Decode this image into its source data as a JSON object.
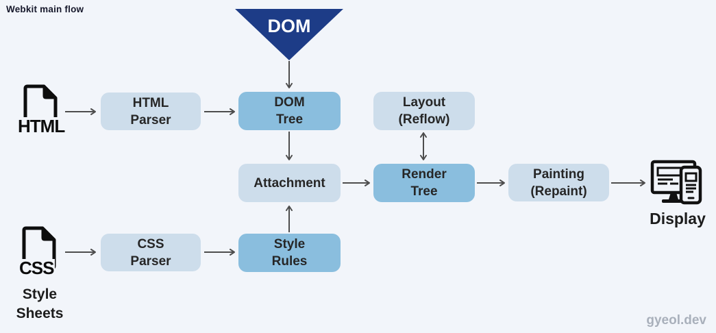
{
  "page": {
    "title": "Webkit main flow",
    "watermark": "gyeol.dev"
  },
  "colors": {
    "background": "#f2f5fa",
    "box_light": "#cdddeb",
    "box_dark": "#8abede",
    "triangle_blue": "#1d3c87",
    "arrow_gray": "#4d4d4d",
    "box_text": "#262626",
    "watermark_gray": "#a9b0bb"
  },
  "dom_source": {
    "label": "DOM"
  },
  "nodes": {
    "html_parser": {
      "label": "HTML\nParser"
    },
    "dom_tree": {
      "label": "DOM\nTree"
    },
    "layout": {
      "label": "Layout\n(Reflow)"
    },
    "attachment": {
      "label": "Attachment"
    },
    "render_tree": {
      "label": "Render\nTree"
    },
    "painting": {
      "label": "Painting\n(Repaint)"
    },
    "css_parser": {
      "label": "CSS\nParser"
    },
    "style_rules": {
      "label": "Style\nRules"
    }
  },
  "inputs": {
    "html_file": {
      "icon_label": "HTML"
    },
    "css_file": {
      "icon_label": "CSS",
      "caption": "Style\nSheets"
    }
  },
  "output": {
    "display": {
      "caption": "Display"
    }
  }
}
